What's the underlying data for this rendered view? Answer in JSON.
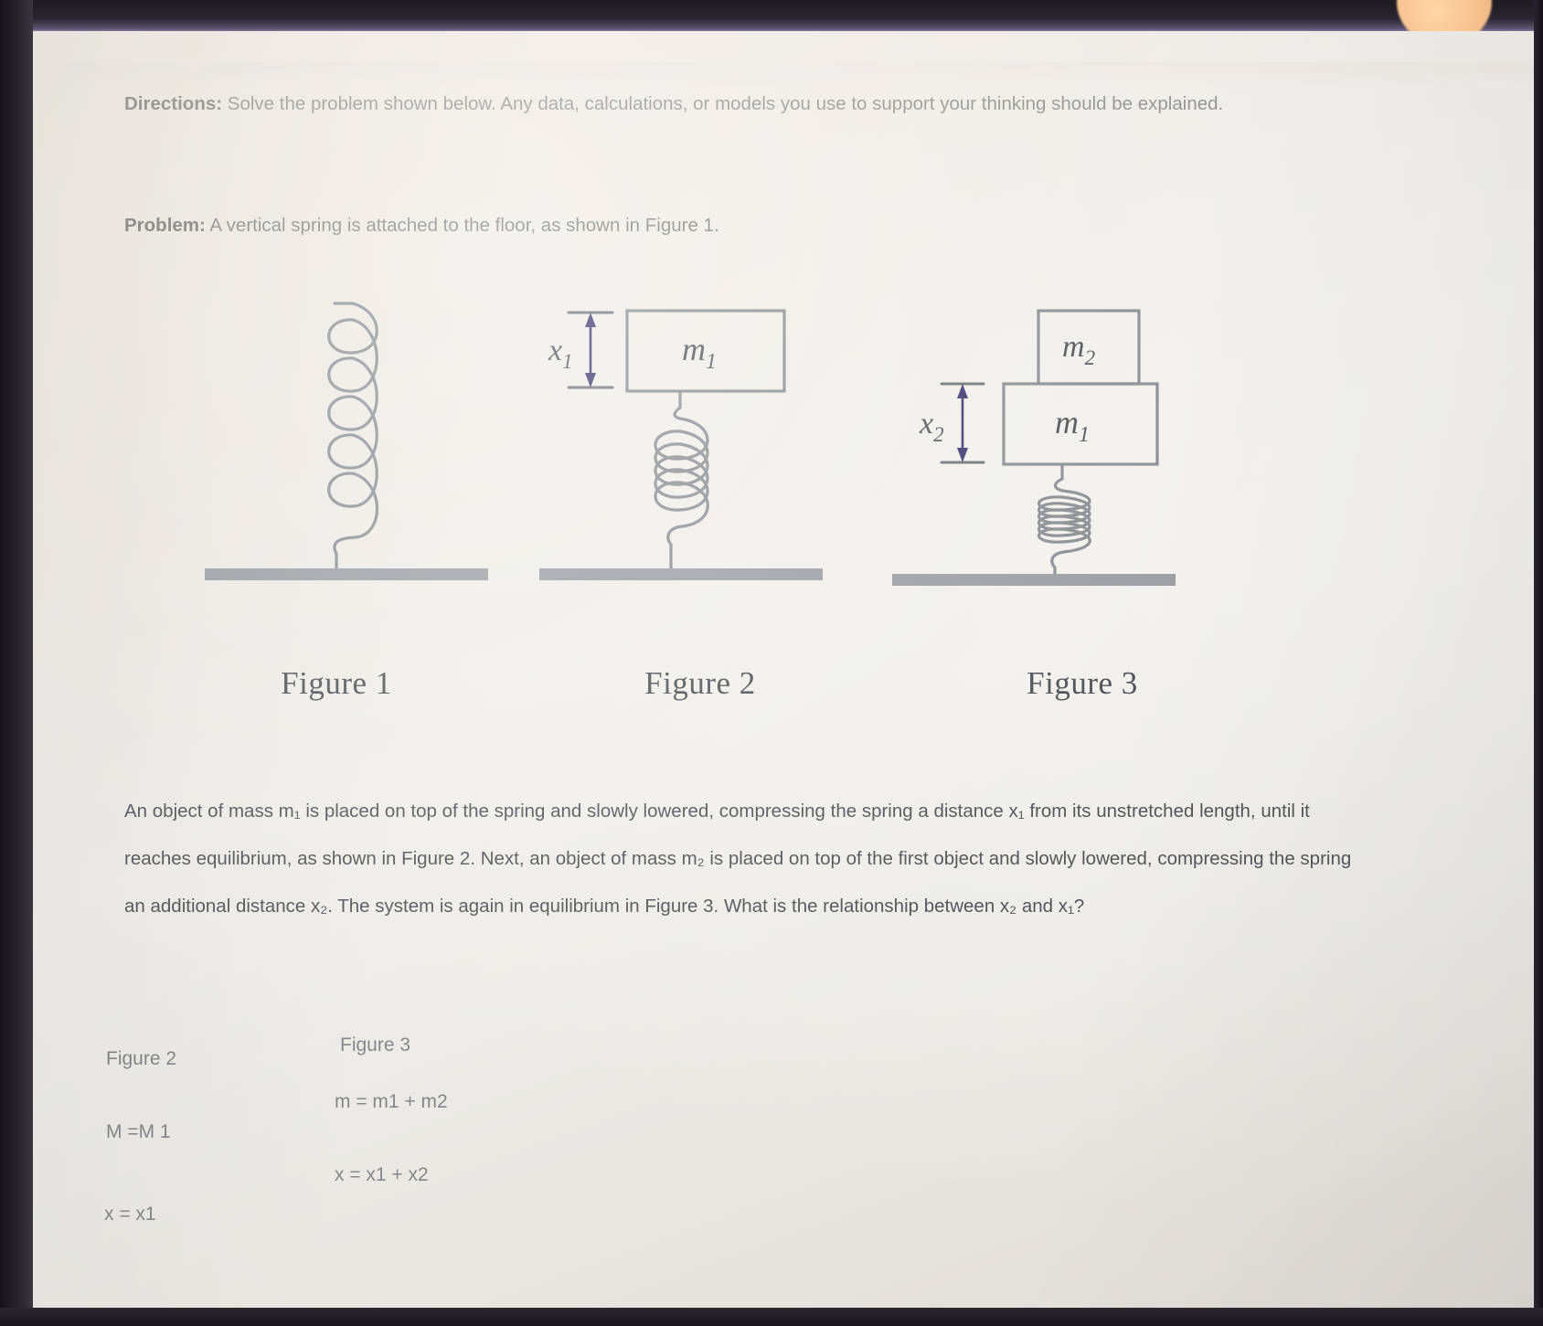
{
  "document": {
    "directions_label": "Directions:",
    "directions_text": " Solve the problem shown below. Any data, calculations, or models you use to support your thinking should be explained.",
    "problem_label": "Problem:",
    "problem_text": " A vertical spring is attached to the floor, as shown in Figure 1."
  },
  "figures": [
    {
      "caption": "Figure 1",
      "labels": [],
      "blocks": [],
      "description": "relaxed vertical spring attached to floor"
    },
    {
      "caption": "Figure 2",
      "labels": [
        "x1"
      ],
      "blocks": [
        "m1"
      ],
      "description": "mass m1 on compressed spring, compression x1"
    },
    {
      "caption": "Figure 3",
      "labels": [
        "x2"
      ],
      "blocks": [
        "m2",
        "m1"
      ],
      "description": "mass m2 stacked on m1 on further compressed spring, additional compression x2"
    }
  ],
  "figure_labels": {
    "x1": "x",
    "x1_sub": "1",
    "x2": "x",
    "x2_sub": "2",
    "m1": "m",
    "m1_sub": "1",
    "m2": "m",
    "m2_sub": "2",
    "m1_fig3": "m",
    "m1_fig3_sub": "1"
  },
  "body": {
    "paragraph": "An object of mass m₁ is placed on top of the spring and slowly lowered, compressing the spring a distance x₁ from its unstretched length, until it reaches equilibrium, as shown in Figure 2. Next, an object of mass m₂ is placed on top of the first object and slowly lowered, compressing the spring an additional distance x₂. The system is again in equilibrium in Figure 3. What is the relationship between x₂ and x₁?"
  },
  "answer": {
    "col1_heading": "Figure 2",
    "col1_line1": "M =M 1",
    "col1_line2": "x = x1",
    "col2_heading": "Figure 3",
    "col2_line1": "m = m1 + m2",
    "col2_line2": "x = x1 + x2"
  },
  "colors": {
    "page_background": "#eceae3",
    "body_text": "#54565a",
    "faded_text": "#7a7b78",
    "answer_text": "#86878a",
    "diagram_stroke": "#8a8d92",
    "floor_fill": "#9b9da1",
    "arrow_accent": "#3a3570",
    "frame_dark": "#262329",
    "blob_accent": "#f6c18e"
  }
}
